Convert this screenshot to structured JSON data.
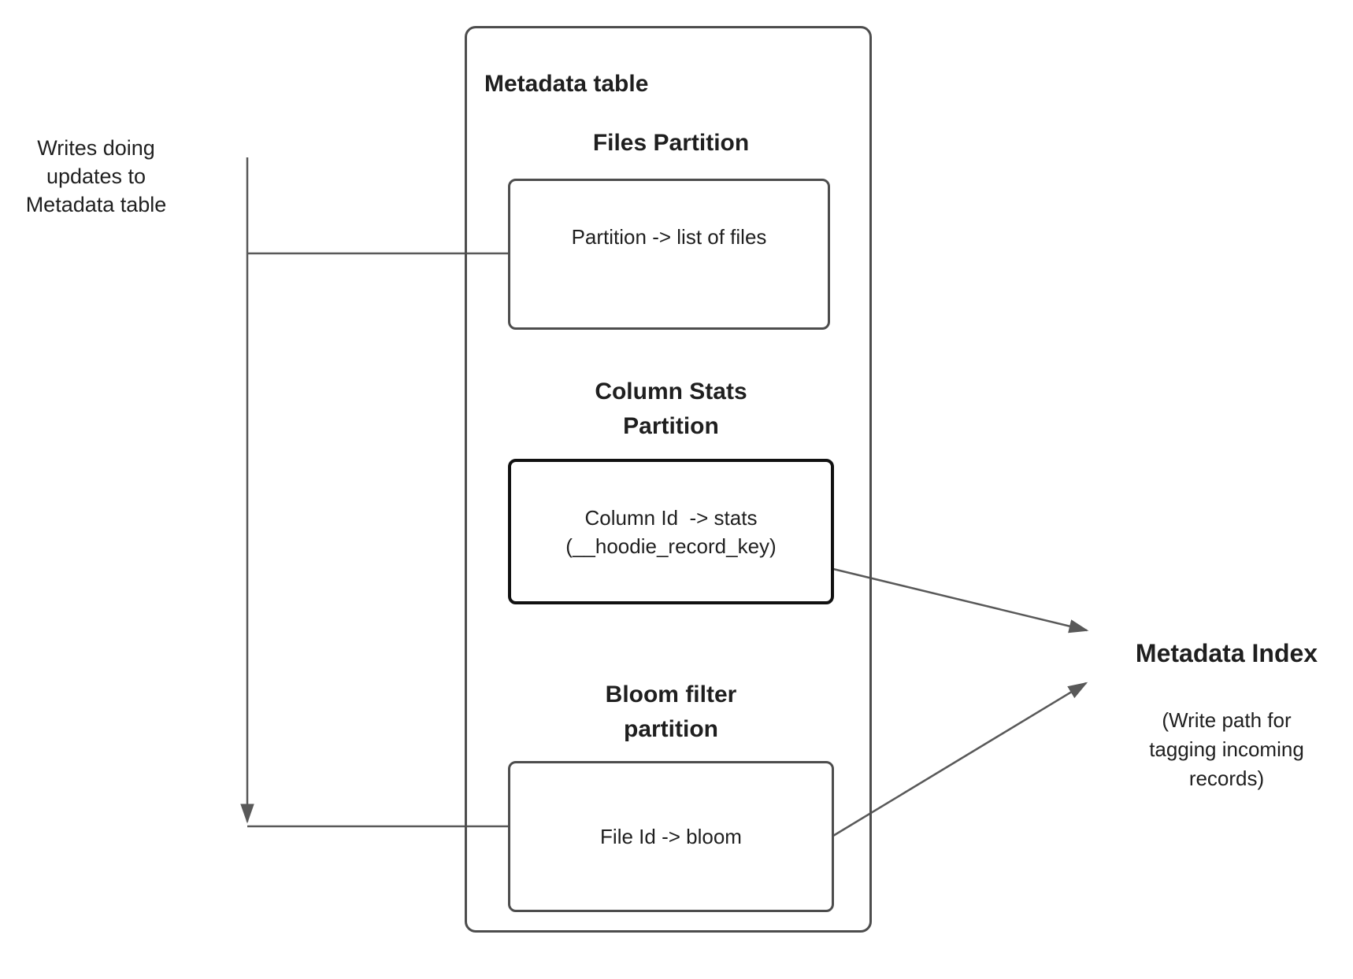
{
  "annotation": {
    "text": "Writes doing\nupdates to\nMetadata table"
  },
  "metadata_table": {
    "title": "Metadata table",
    "partitions": [
      {
        "heading": "Files Partition",
        "value": "Partition -> list of files"
      },
      {
        "heading": "Column Stats\nPartition",
        "value": "Column Id  -> stats\n(__hoodie_record_key)"
      },
      {
        "heading": "Bloom filter\npartition",
        "value": "File Id -> bloom"
      }
    ]
  },
  "metadata_index": {
    "title": "Metadata Index",
    "subtitle": "(Write path for\ntagging incoming\nrecords)"
  },
  "colors": {
    "line": "#595959",
    "border": "#4d4d4d",
    "stats_border": "#111111",
    "text": "#1f1f1f",
    "background": "#ffffff"
  }
}
